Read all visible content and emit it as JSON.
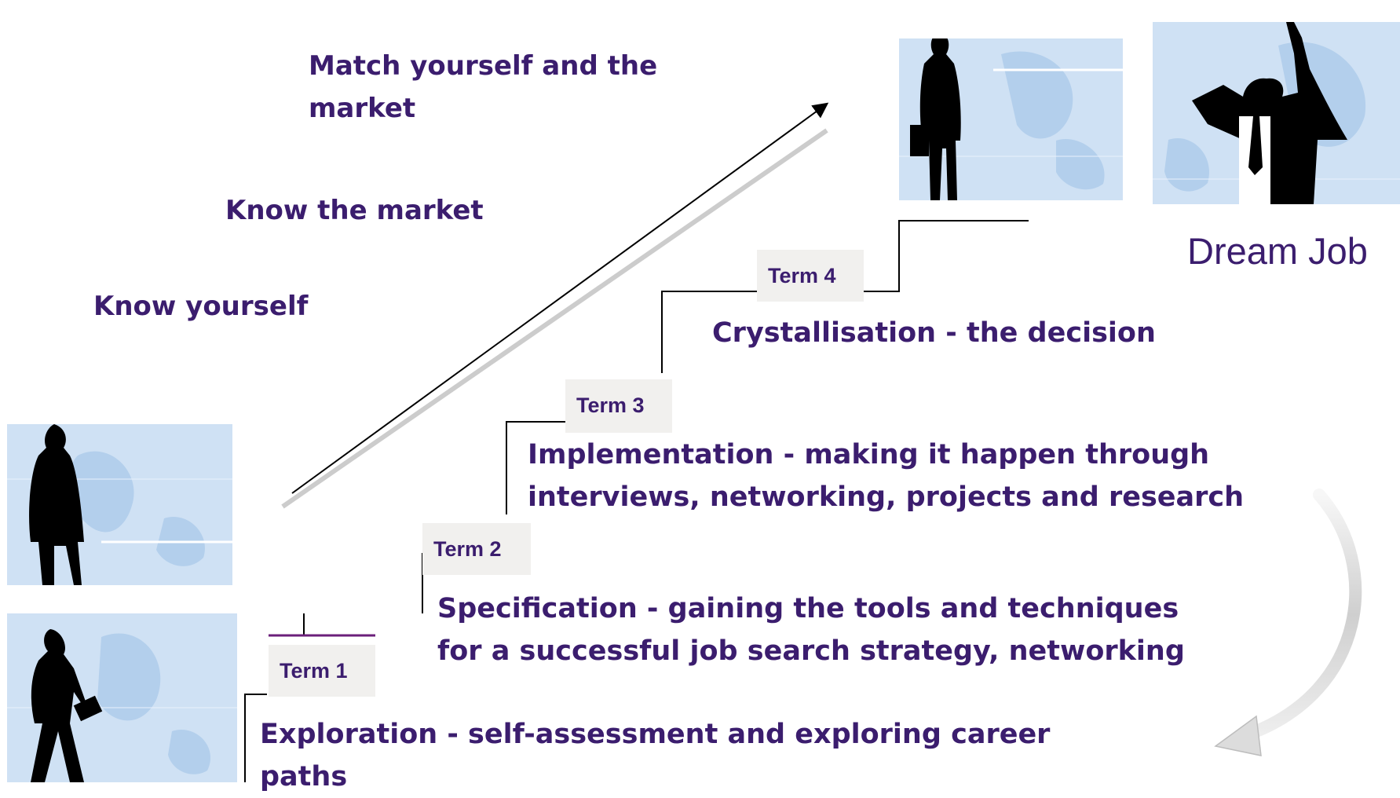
{
  "headings": {
    "match": "Match yourself and the market",
    "know_market": "Know the market",
    "know_yourself": "Know yourself"
  },
  "terms": [
    {
      "label": "Term 1",
      "text": "Exploration - self-assessment and exploring career paths"
    },
    {
      "label": "Term 2",
      "text": "Specification - gaining the tools and techniques for a successful job search strategy, networking"
    },
    {
      "label": "Term 3",
      "text": "Implementation - making it happen through interviews, networking, projects and research"
    },
    {
      "label": "Term 4",
      "text": "Crystallisation - the decision"
    }
  ],
  "goal": "Dream Job",
  "colors": {
    "text": "#3b1d6e",
    "label_bg": "#f1f0ee",
    "map_bg": "#cfe1f4",
    "silhouette": "#000000"
  },
  "icons": [
    "businesswoman-map-icon",
    "walking-businessman-map-icon",
    "standing-businesswoman-map-icon",
    "celebrating-businessman-map-icon",
    "progress-arrow-icon",
    "cycle-arrow-icon"
  ]
}
